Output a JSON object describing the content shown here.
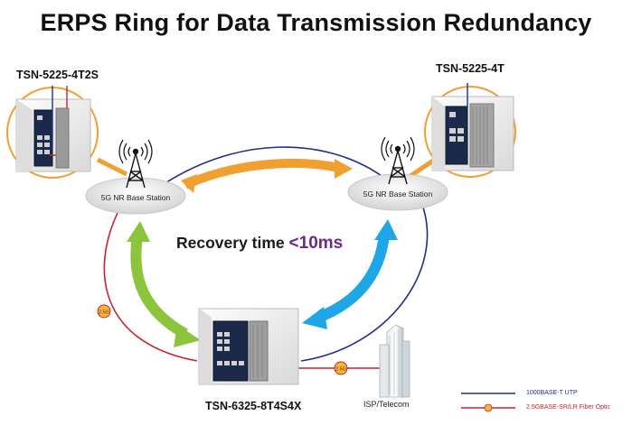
{
  "title": "ERPS Ring for Data Transmission Redundancy",
  "devices": {
    "left": "TSN-5225-4T2S",
    "right": "TSN-5225-4T",
    "bottom": "TSN-6325-8T4S4X"
  },
  "stations": {
    "left": "5G NR Base Station",
    "right": "5G NR Base Station"
  },
  "recovery": {
    "label": "Recovery time",
    "value": "<10ms",
    "value_color": "#6a2b8c"
  },
  "link_badges": {
    "left": "2.5G",
    "bottom": "2.5G"
  },
  "isp_label": "ISP/Telecom",
  "legend": [
    {
      "text": "1000BASE-T UTP",
      "color": "#1f2f8a"
    },
    {
      "text": "2.5GBASE-SR/LR Fiber Optic",
      "color": "#c8242b"
    }
  ],
  "colors": {
    "utp_line": "#1f2f8a",
    "fiber_line": "#c8242b",
    "arrow_orange": "#f0a030",
    "arrow_green": "#8cc43c",
    "arrow_blue": "#1ea6e6",
    "badge_fill": "#f5b63a"
  }
}
